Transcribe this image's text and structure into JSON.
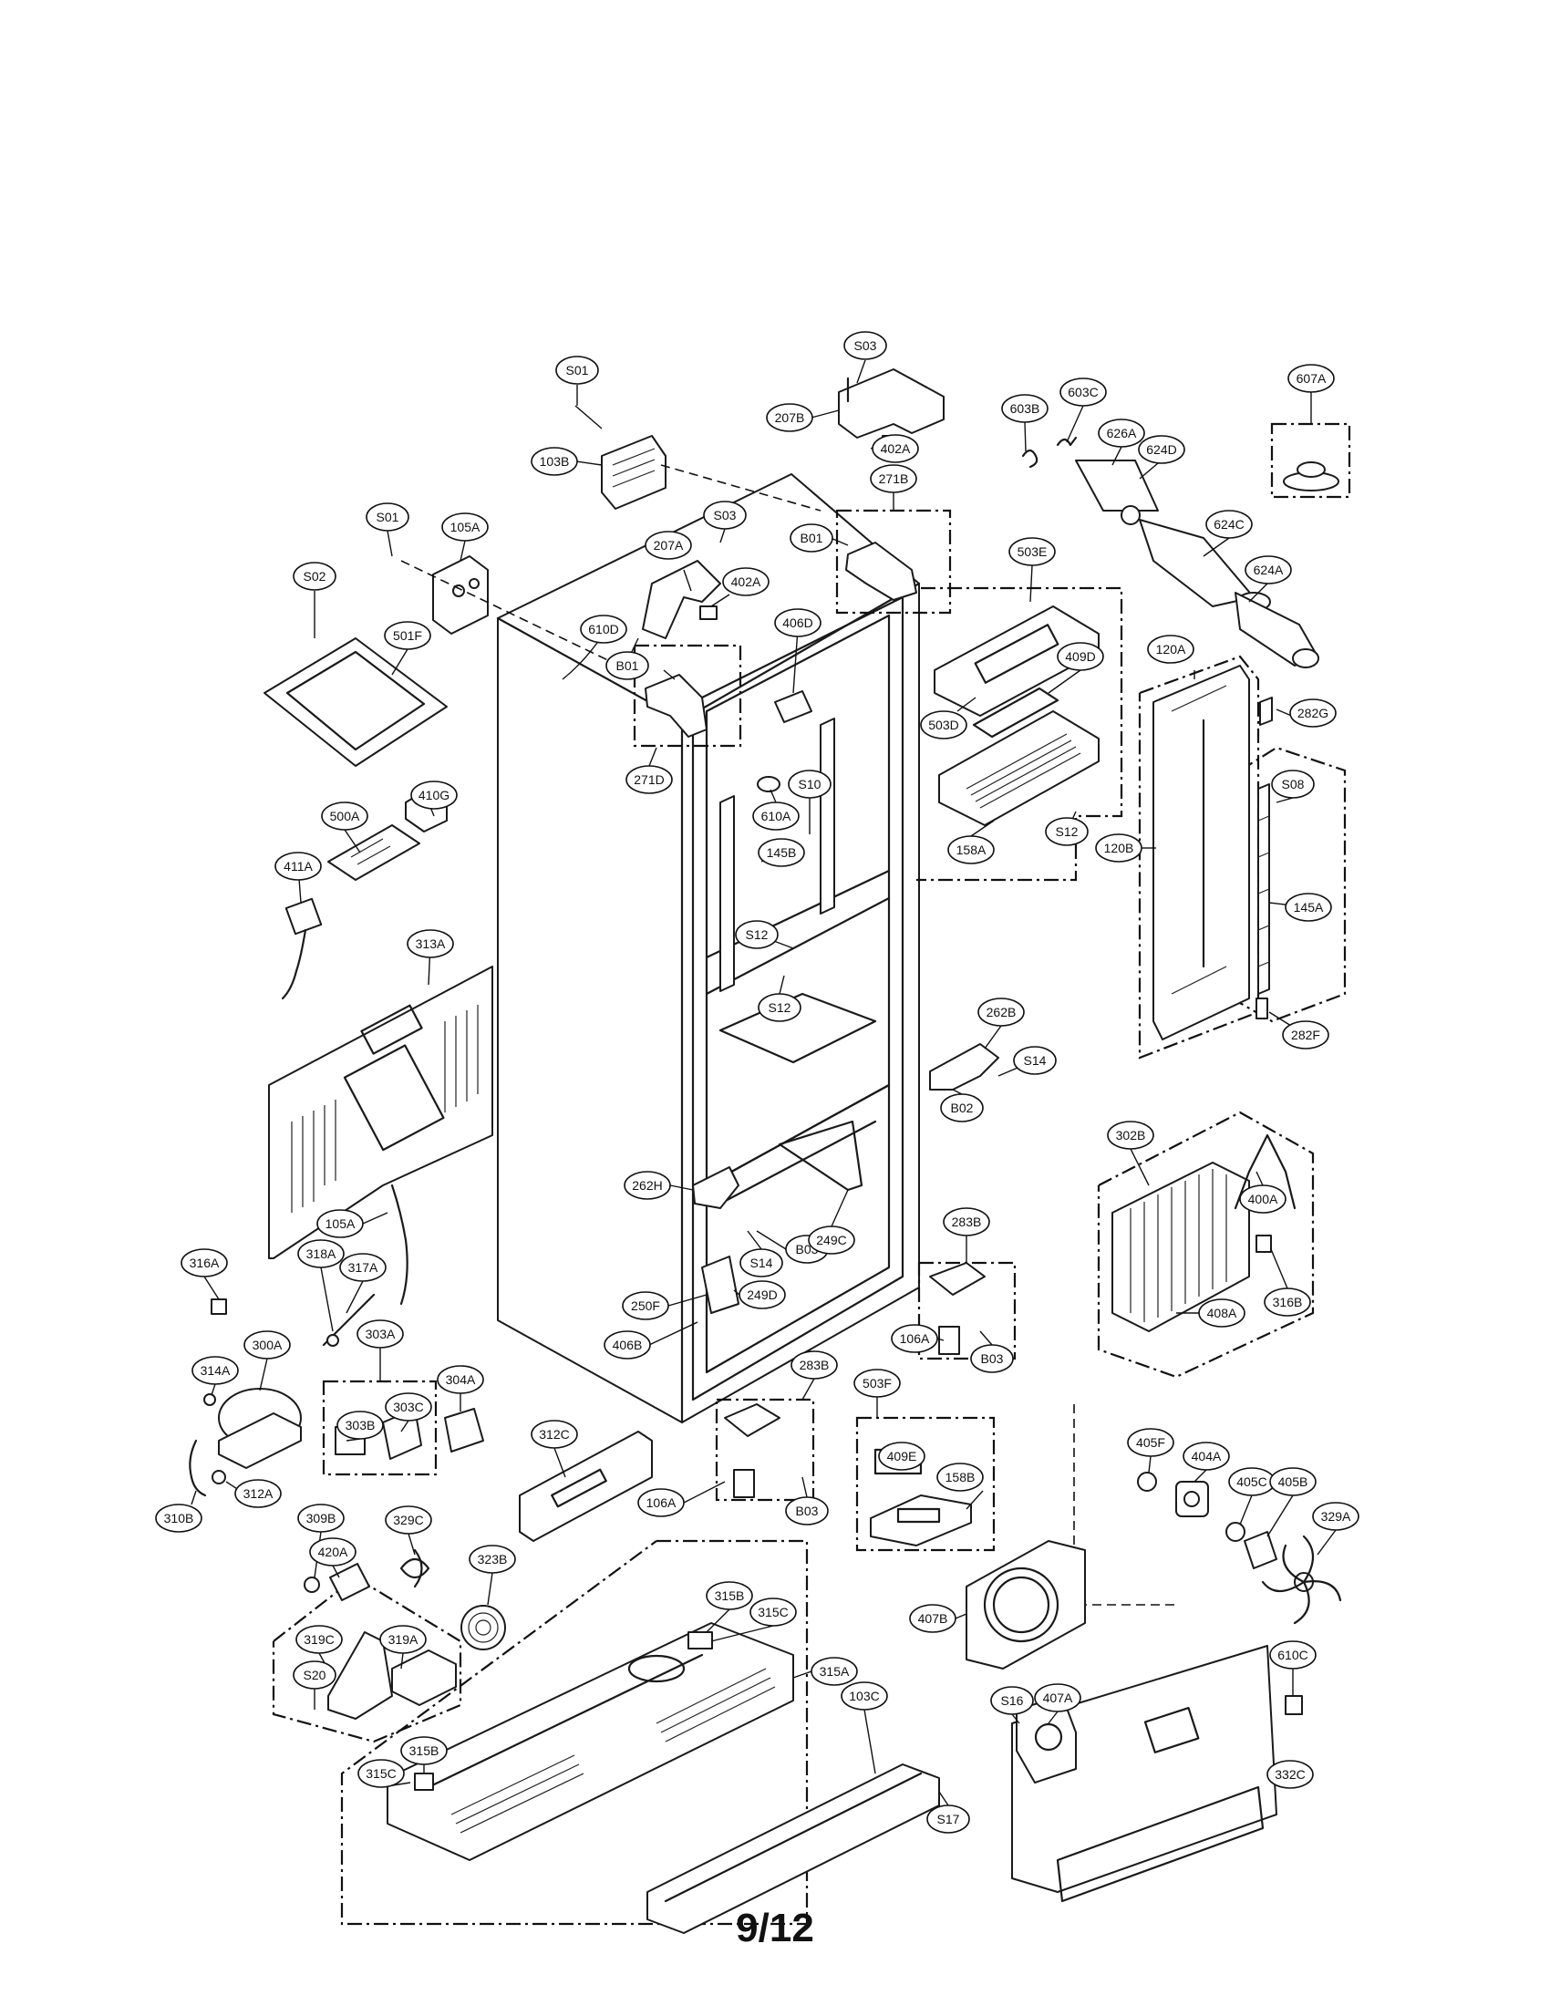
{
  "page_number": "9/12",
  "callouts": [
    "S01",
    "103B",
    "S03",
    "207B",
    "402A",
    "603B",
    "603C",
    "607A",
    "626A",
    "624D",
    "624C",
    "624A",
    "271B",
    "S01",
    "105A",
    "S03",
    "207A",
    "402A",
    "B01",
    "503E",
    "S02",
    "501F",
    "610D",
    "B01",
    "406D",
    "409D",
    "120A",
    "282G",
    "503D",
    "410G",
    "271D",
    "610A",
    "S10",
    "S08",
    "158A",
    "500A",
    "S12",
    "120B",
    "145B",
    "411A",
    "145A",
    "S12",
    "282F",
    "313A",
    "S12",
    "262B",
    "S14",
    "302B",
    "B02",
    "262H",
    "400A",
    "S14",
    "B03",
    "249C",
    "105A",
    "283B",
    "316A",
    "318A",
    "317A",
    "250F",
    "249D",
    "316B",
    "406B",
    "106A",
    "B03",
    "408A",
    "314A",
    "300A",
    "303A",
    "304A",
    "283B",
    "503F",
    "303B",
    "303C",
    "405F",
    "312C",
    "409E",
    "158B",
    "404A",
    "405C",
    "405B",
    "329A",
    "310B",
    "312A",
    "B03",
    "106A",
    "309B",
    "329C",
    "420A",
    "323B",
    "315B",
    "315C",
    "407B",
    "319A",
    "319C",
    "S20",
    "315A",
    "103C",
    "S16",
    "407A",
    "610C",
    "315B",
    "315C",
    "332C",
    "S17"
  ]
}
